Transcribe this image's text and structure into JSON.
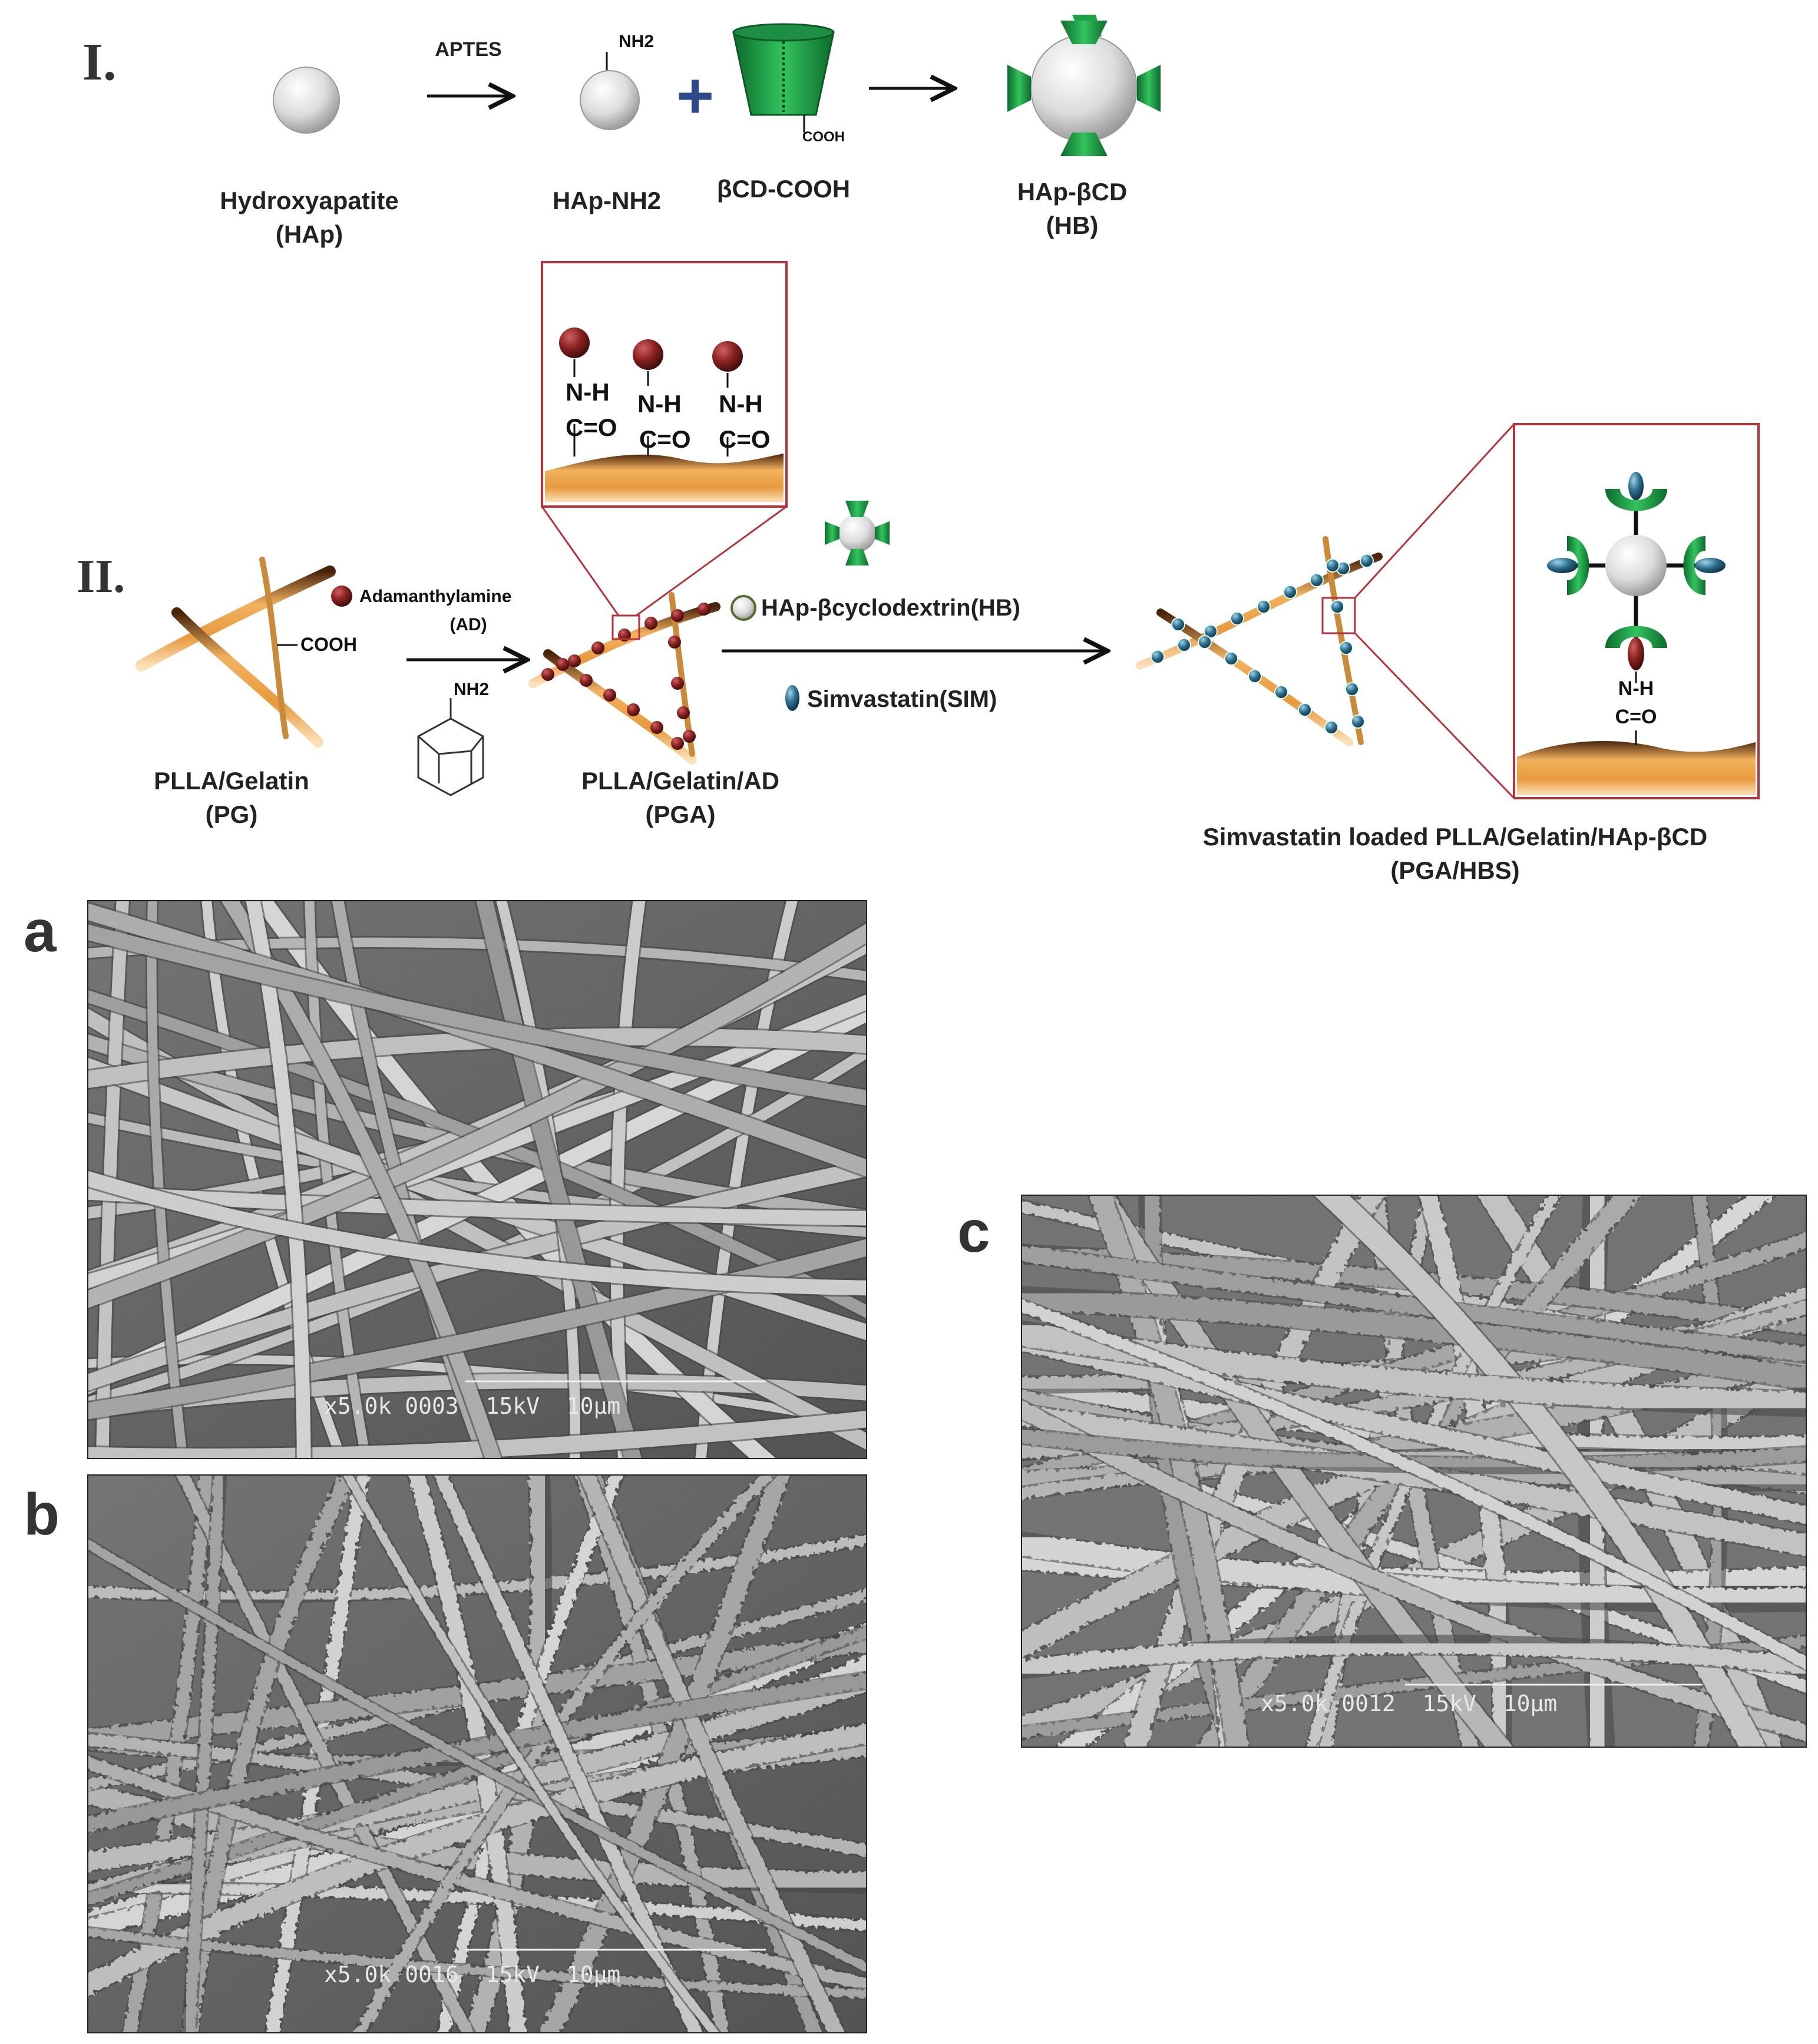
{
  "section_I": {
    "numeral": "I.",
    "reagent": "APTES",
    "hap_label": "Hydroxyapatite",
    "hap_abbr": "(HAp)",
    "hapnh2_group": "NH2",
    "hapnh2_label": "HAp-NH2",
    "bcd_group": "COOH",
    "bcd_label": "βCD-COOH",
    "plus_sign": "+",
    "product_label": "HAp-βCD",
    "product_abbr": "(HB)"
  },
  "section_II": {
    "numeral": "II.",
    "pg_group": "COOH",
    "pg_label": "PLLA/Gelatin",
    "pg_abbr": "(PG)",
    "ad_label": "Adamanthylamine",
    "ad_abbr": "(AD)",
    "ad_group": "NH2",
    "pga_label": "PLLA/Gelatin/AD",
    "pga_abbr": "(PGA)",
    "bond_nh": "N-H",
    "bond_co": "C=O",
    "hb_legend": "HAp-βcyclodextrin(HB)",
    "sim_legend": "Simvastatin(SIM)",
    "final_label": "Simvastatin loaded PLLA/Gelatin/HAp-βCD",
    "final_abbr": "(PGA/HBS)"
  },
  "sem_panels": [
    {
      "letter": "a",
      "caption": "x5.0k 0003  15kV  10μm"
    },
    {
      "letter": "b",
      "caption": "x5.0k 0016  15kV  10μm"
    },
    {
      "letter": "c",
      "caption": "x5.0k 0012  15kV  10μm"
    }
  ],
  "colors": {
    "green": "#1fa34a",
    "fiber": "#e8a24a",
    "fiber_dark": "#5a2f12",
    "maroon": "#7a1f1f",
    "frame_red": "#b8323c",
    "sim_blue": "#2e6f8e"
  }
}
